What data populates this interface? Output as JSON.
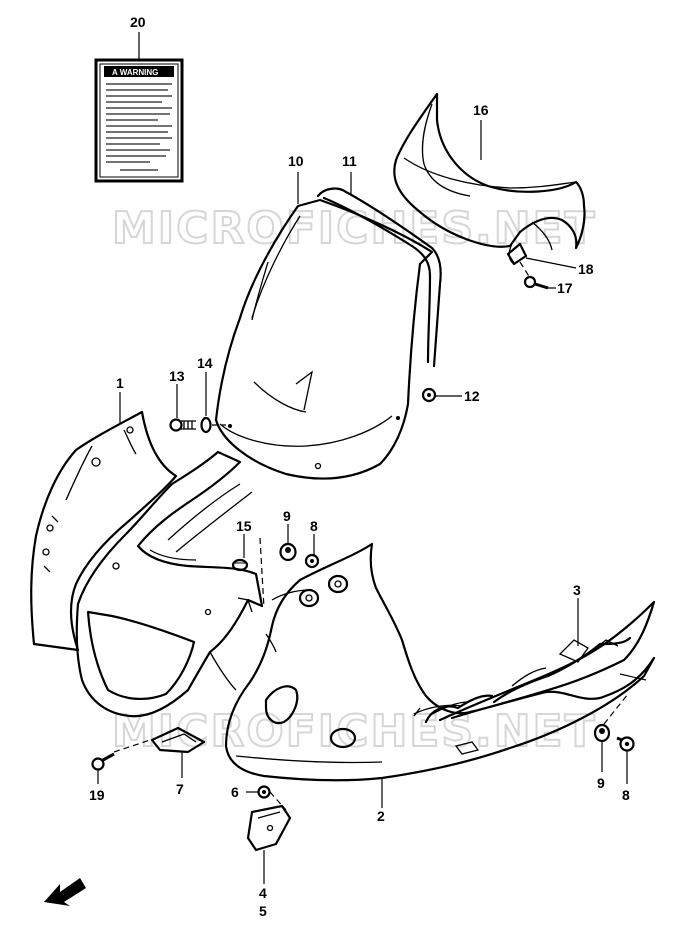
{
  "watermark": {
    "top": "MICROFICHES.NET",
    "bottom": "MICROFICHES.NET"
  },
  "caution_label": {
    "heading": "A WARNING"
  },
  "callouts": {
    "p1": "1",
    "p2": "2",
    "p3": "3",
    "p4": "4",
    "p5": "5",
    "p6": "6",
    "p7": "7",
    "p8a": "8",
    "p8b": "8",
    "p9a": "9",
    "p9b": "9",
    "p10": "10",
    "p11": "11",
    "p12": "12",
    "p13": "13",
    "p14": "14",
    "p15": "15",
    "p16": "16",
    "p17": "17",
    "p18": "18",
    "p19": "19",
    "p20": "20"
  },
  "icons": {
    "direction_arrow": "front-arrow-icon"
  },
  "colors": {
    "ink": "#000000",
    "watermark": "#d6d6d6",
    "background": "#ffffff"
  }
}
